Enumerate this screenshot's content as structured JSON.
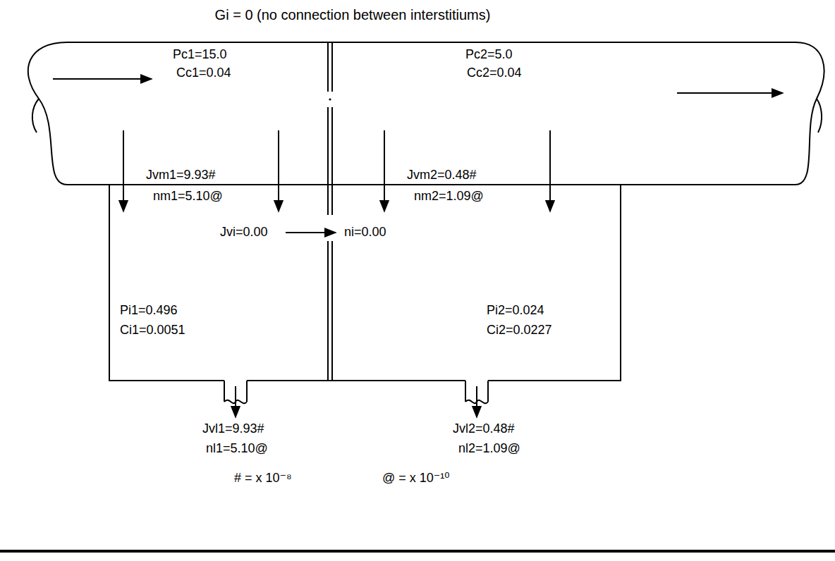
{
  "diagram": {
    "title": "Gi = 0 (no connection between interstitiums)",
    "nodes": [
      {
        "text": [
          "Pc1=15.0",
          "Cc1=0.04"
        ]
      },
      {
        "text": [
          "Pc2=5.0",
          "Cc2=0.04"
        ]
      },
      {
        "text": [
          "Pi1=0.496",
          "Ci1=0.0051"
        ]
      },
      {
        "text": [
          "Pi2=0.024",
          "Ci2=0.0227"
        ]
      }
    ],
    "edges": [
      {
        "from": 0,
        "to": 2,
        "arrow": "to"
      },
      {
        "from": 0,
        "to": 2,
        "arrow": "to"
      },
      {
        "from": 1,
        "to": 3,
        "arrow": "to"
      },
      {
        "from": 1,
        "to": 3,
        "arrow": "to"
      },
      {
        "from": 2,
        "to": 3,
        "arrow": "to"
      }
    ],
    "labels": [
      "Jvm1=9.93#",
      "nm1=5.10@",
      "Jvm2=0.48#",
      "nm2=1.09@",
      "Jvi=0.00",
      "ni=0.00",
      "Jvl1=9.93#",
      "nl1=5.10@",
      "Jvl2=0.48#",
      "nl2=1.09@",
      "# = x 10⁻⁸",
      "@ = x 10⁻¹⁰"
    ]
  }
}
